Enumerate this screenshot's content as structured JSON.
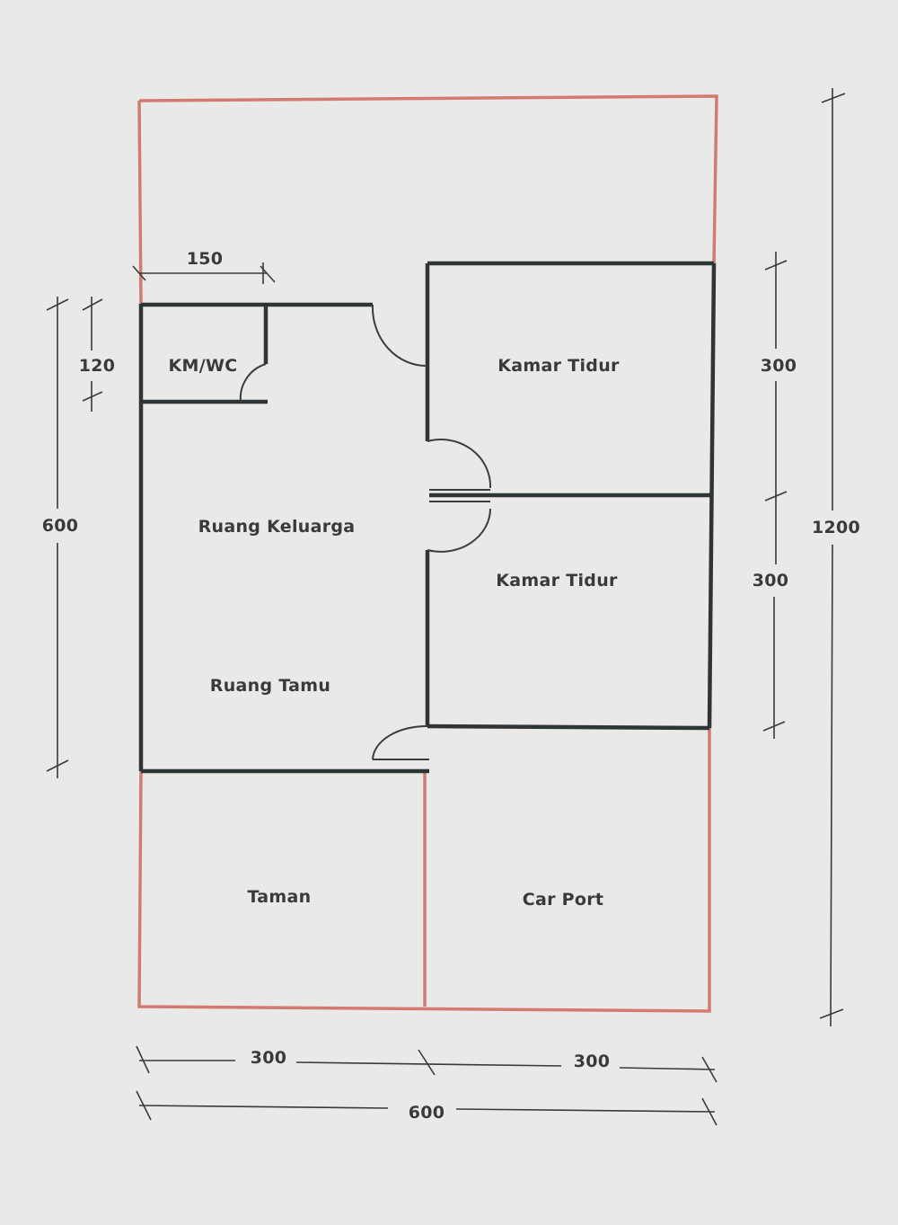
{
  "rooms": {
    "km_wc": "KM/WC",
    "kamar_tidur_1": "Kamar Tidur",
    "kamar_tidur_2": "Kamar Tidur",
    "ruang_keluarga": "Ruang Keluarga",
    "ruang_tamu": "Ruang Tamu",
    "taman": "Taman",
    "car_port": "Car Port"
  },
  "dimensions": {
    "wc_width": "150",
    "wc_depth": "120",
    "house_depth": "600",
    "bedroom_1_depth": "300",
    "bedroom_2_depth": "300",
    "lot_length": "1200",
    "bottom_left_width": "300",
    "bottom_right_width": "300",
    "lot_width": "600"
  },
  "colors": {
    "background": "#e9e9e7",
    "lot_boundary": "#d27a72",
    "walls": "#2f3436",
    "text": "#3a3a3a"
  }
}
